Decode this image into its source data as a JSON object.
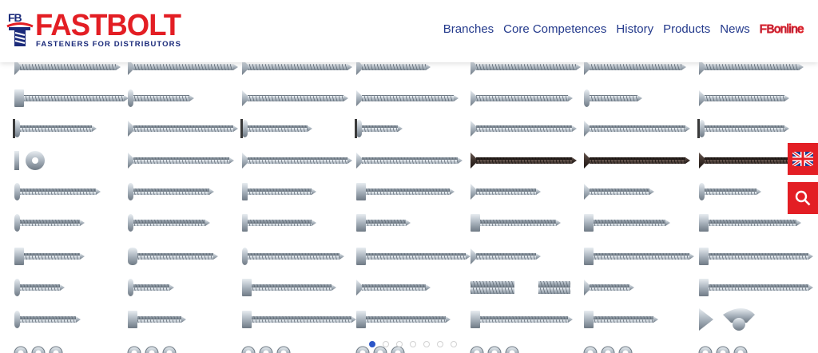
{
  "brand": {
    "badge": "FB",
    "title": "FASTBOLT",
    "subtitle": "FASTENERS FOR DISTRIBUTORS"
  },
  "nav": {
    "items": [
      "Branches",
      "Core Competences",
      "History",
      "Products",
      "News"
    ],
    "fbonline": "FBonline"
  },
  "colors": {
    "brand_red": "#e31e24",
    "brand_blue": "#243a8c",
    "metal": "#b9c3cc",
    "dark_screw": "#3b2f2a"
  },
  "side_buttons": {
    "language_icon": "uk-flag-icon",
    "search_icon": "search-icon"
  },
  "slider": {
    "slide_count": 7,
    "active_index": 0
  }
}
